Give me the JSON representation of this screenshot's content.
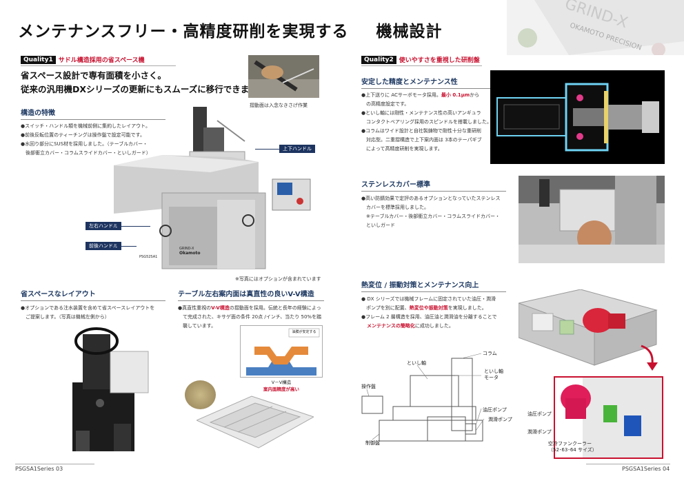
{
  "page_title": "メンテナンスフリー・高精度研削を実現する",
  "page_title_2": "機械設計",
  "left": {
    "quality1": {
      "badge": "Quality1",
      "label": "サドル構造採用の省スペース機"
    },
    "lead_1": "省スペース設計で専有面積を小さく。",
    "lead_2": "従来の汎用機DXシリーズの更新にもスムーズに移行できます。",
    "photo_caption": "摺動面は入念なきさげ作業",
    "structure": {
      "heading": "構造の特徴",
      "items": [
        "●スイッチ・ハンドル類を機械前側に集約したレイアウト。",
        "●前後反転位置のティーチングは操作盤で設定可能です。",
        "●水回り部分にSUS材を採用しました。（テーブルカバー・",
        "　後部衝立カバー・コラムスライドカバー・といしガード）"
      ]
    },
    "machine": {
      "tag_updown": "上下ハンドル",
      "tag_lr": "左右ハンドル",
      "tag_fb": "前後ハンドル",
      "brand_1": "GRIND-X",
      "brand_2": "Okamoto",
      "model": "PSG52SA1",
      "note": "※写真にはオプションが含まれています"
    },
    "space": {
      "heading": "省スペースなレイアウト",
      "items": [
        "●オプションである注水装置を含めて省スペースレイアウトを",
        "　ご提案します。（写真は機械左側から）"
      ]
    },
    "table": {
      "heading": "テーブル左右案内面は真直性の良いV-V構造",
      "item_pre": "●真直性重視の",
      "item_red": "V-V構造",
      "item_post": "の摺動面を採用。伝統と長年の経験によっ",
      "item_line2": "　て完成された、キサゲ面の条件 20点 /インチ、当たり 50%を踏",
      "item_line3": "　襲しています。",
      "diagram_label": "油膜が安定する",
      "diagram_caption": "V－V構造",
      "diagram_caption_red": "案内面精度が高い"
    },
    "footer": "PSGSA1Series 03"
  },
  "right": {
    "quality2": {
      "badge": "Quality2",
      "label": "使いやすさを重視した研削盤"
    },
    "precision": {
      "heading": "安定した精度とメンテナンス性",
      "l1_pre": "●上下送りに ACサーボモータ採用。",
      "l1_red": "最小 0.1μm",
      "l1_post": "から",
      "l2": "　の高精度設定です。",
      "l3": "●といし軸には剛性・メンテナンス性の高いアンギュラ",
      "l4": "　コンタクトベアリング採用のスピンドルを搭載しました。",
      "l5": "●コラムはワイド設計と自社製鋳物で剛性十分な重研削",
      "l6": "　対応型。二重摺構造で上下案内面は 3本のテーパギブ",
      "l7": "　によって高精度研削を実現します。"
    },
    "stainless": {
      "heading": "ステンレスカバー標準",
      "items": [
        "●高い防錆効果で定評のあるオプションとなっていたステンレス",
        "　カバーを標準採用しました。",
        "　※テーブルカバー・後部衝立カバー・コラムスライドカバー・",
        "　といしガード"
      ]
    },
    "thermal": {
      "heading": "熱変位 / 振動対策とメンテナンス向上",
      "l1": "● DX シリーズでは機械フレームに固定されていた油圧・潤滑",
      "l2_pre": "　ポンプを別に配置、",
      "l2_red": "熱変位や振動対策",
      "l2_post": "を実現しました。",
      "l3": "●フレーム 2 層構造を採用、油圧油と潤滑油を分離することで",
      "l4_red": "メンテナンスの簡略化",
      "l4_post": "に成功しました。"
    },
    "diagram": {
      "column": "コラム",
      "spindle": "といし軸",
      "motor_1": "といし軸",
      "motor_2": "モータ",
      "panel": "操作盤",
      "oil_pump": "油圧ポンプ",
      "lube_pump": "潤滑ポンプ",
      "control": "制御盤"
    },
    "pumps": {
      "oil_pump": "油圧ポンプ",
      "lube_pump": "潤滑ポンプ",
      "cooler": "空冷ファンクーラー",
      "cooler_sizes": "（52･63･64 サイズ）"
    },
    "footer": "PSGSA1Series 04"
  }
}
